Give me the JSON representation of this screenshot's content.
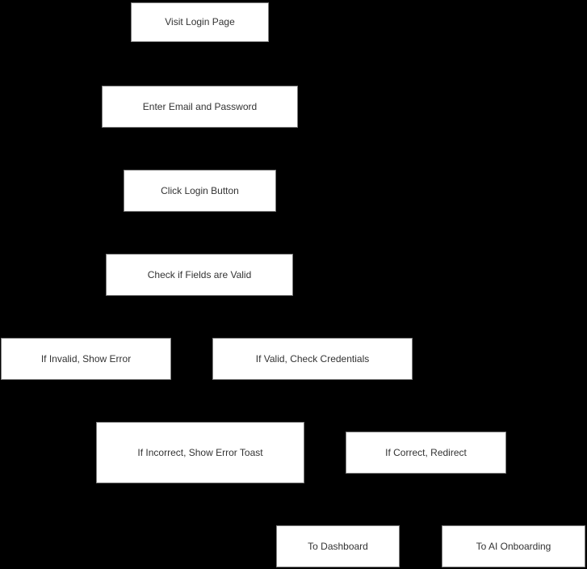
{
  "diagram": {
    "type": "flowchart",
    "background_color": "#000000",
    "node_fill_color": "#ffffff",
    "node_border_color": "#808080",
    "node_text_color": "#333333",
    "edges_visible": false,
    "nodes": [
      {
        "label": "Visit Login Page"
      },
      {
        "label": "Enter Email and Password"
      },
      {
        "label": "Click Login Button"
      },
      {
        "label": "Check if Fields are Valid"
      },
      {
        "label": "If Invalid, Show Error"
      },
      {
        "label": "If Valid, Check Credentials"
      },
      {
        "label": "If Incorrect, Show Error Toast"
      },
      {
        "label": "If Correct, Redirect"
      },
      {
        "label": "To Dashboard"
      },
      {
        "label": "To AI Onboarding"
      }
    ]
  }
}
